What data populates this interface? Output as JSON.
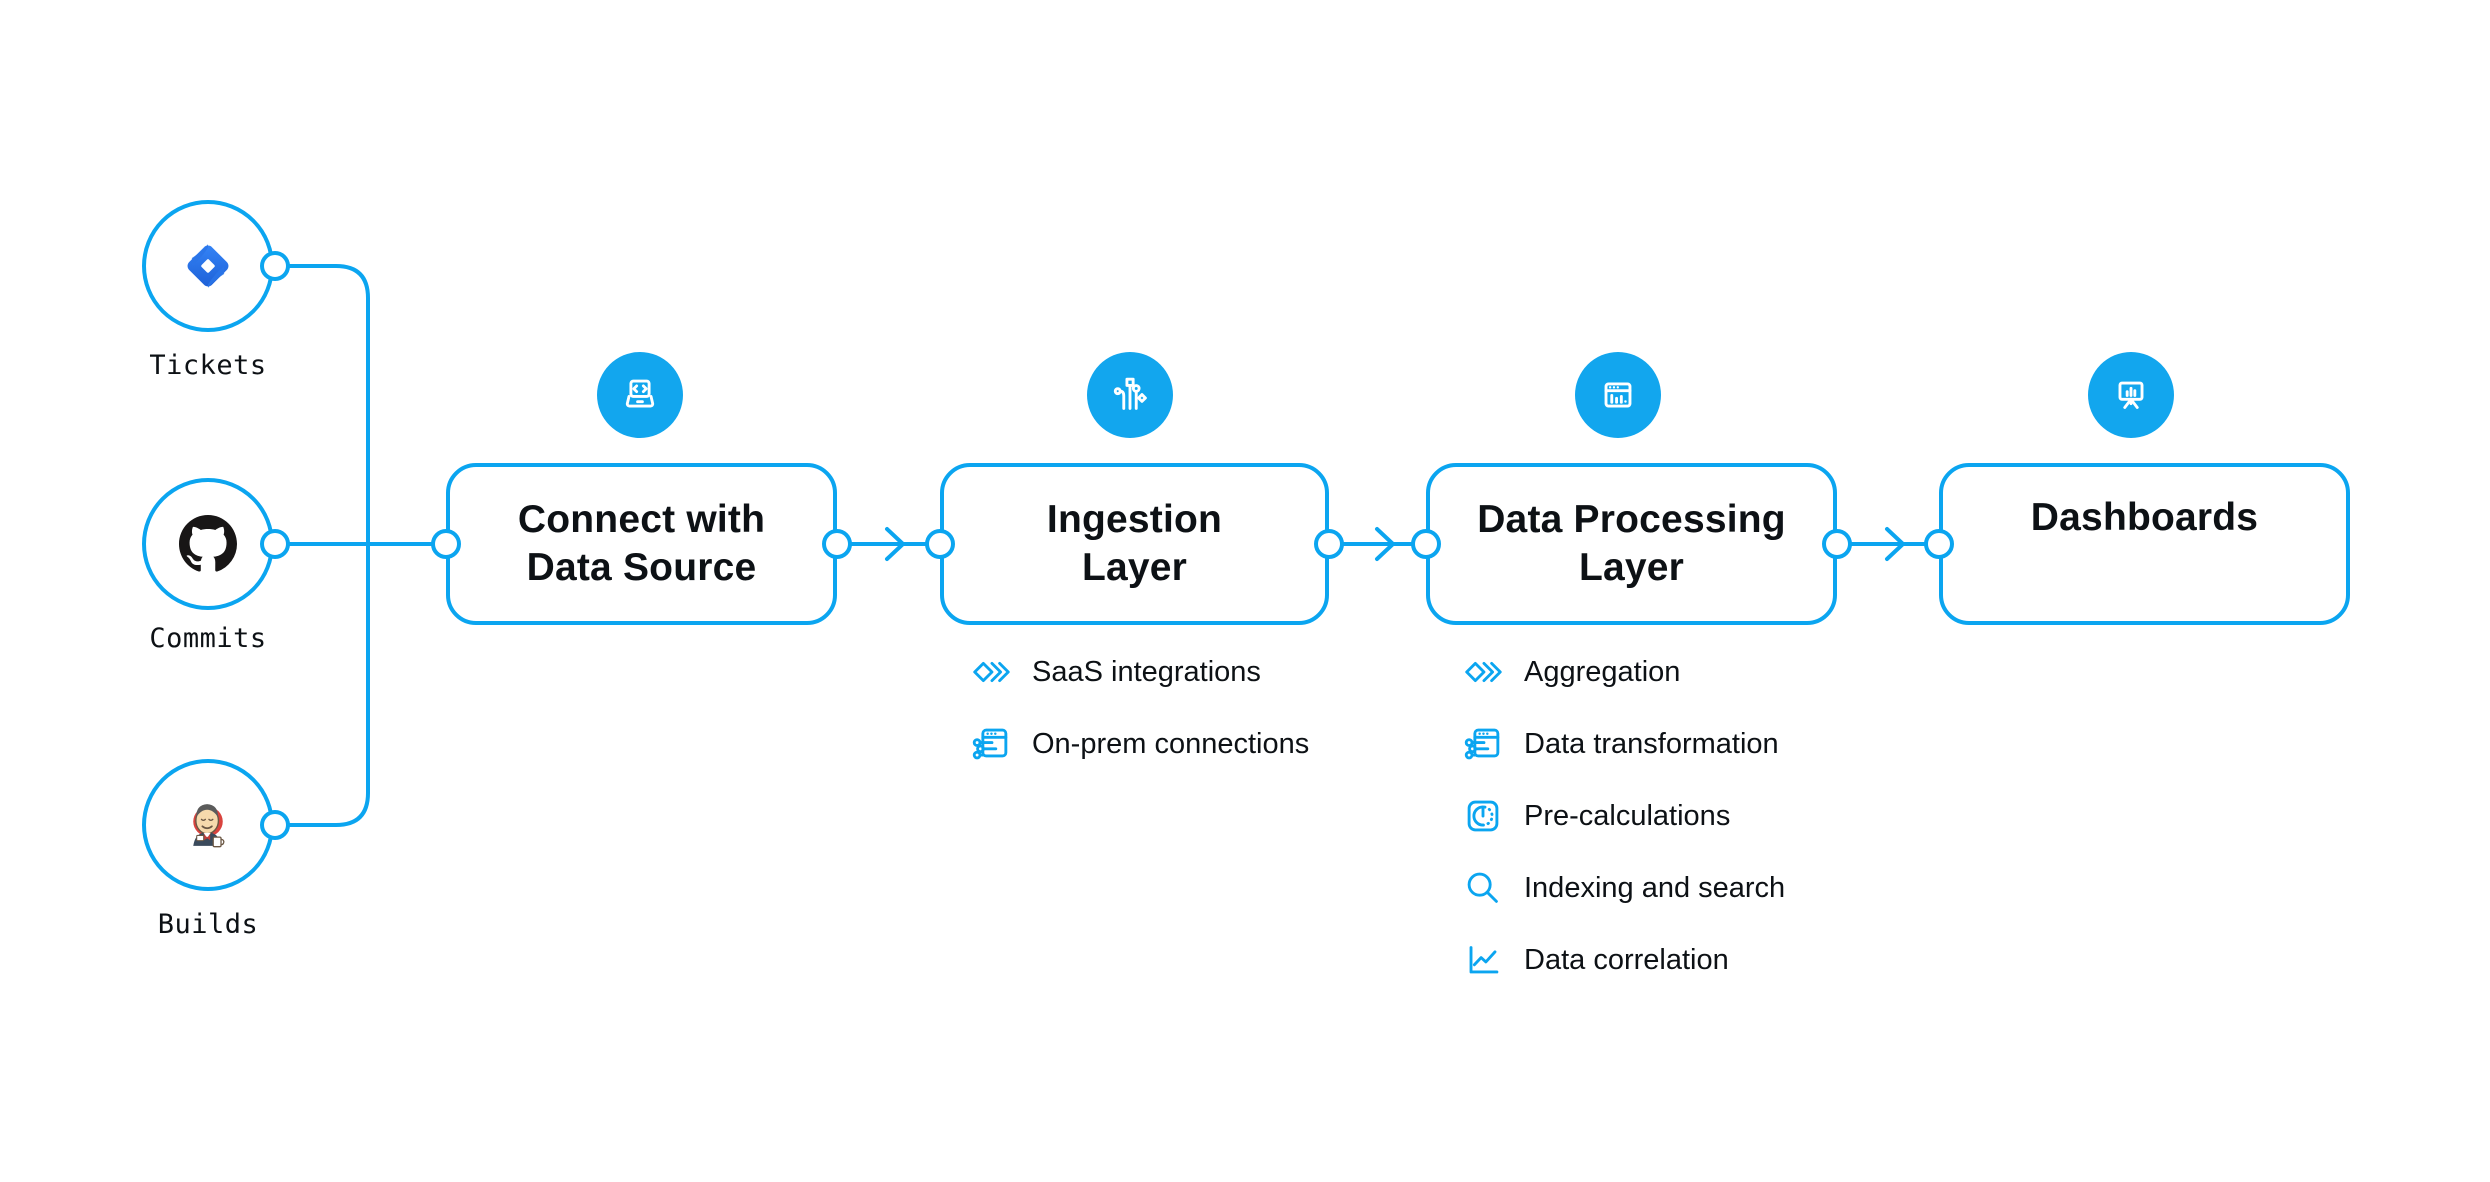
{
  "palette": {
    "accent": "#0ba5f0",
    "badge_fill": "#12a6ee",
    "text_primary": "#0d1115",
    "jira_blue_light": "#3585f7",
    "jira_blue_dark": "#1d5fd6",
    "github_black": "#181616",
    "jenkins_red": "#d9433e"
  },
  "sources": [
    {
      "label": "Tickets",
      "icon": "jira-icon"
    },
    {
      "label": "Commits",
      "icon": "github-icon"
    },
    {
      "label": "Builds",
      "icon": "jenkins-icon"
    }
  ],
  "stages": [
    {
      "title": "Connect with\nData Source",
      "icon": "laptop-code-icon",
      "items": []
    },
    {
      "title": "Ingestion\nLayer",
      "icon": "ingest-circuit-icon",
      "items": [
        {
          "label": "SaaS integrations",
          "icon": "diamonds-icon"
        },
        {
          "label": "On-prem connections",
          "icon": "window-connections-icon"
        }
      ]
    },
    {
      "title": "Data Processing\nLayer",
      "icon": "window-chart-icon",
      "items": [
        {
          "label": "Aggregation",
          "icon": "diamonds-icon"
        },
        {
          "label": "Data transformation",
          "icon": "window-connections-icon"
        },
        {
          "label": "Pre-calculations",
          "icon": "gauge-icon"
        },
        {
          "label": "Indexing and search",
          "icon": "search-icon"
        },
        {
          "label": "Data correlation",
          "icon": "line-chart-icon"
        }
      ]
    },
    {
      "title": "Dashboards",
      "icon": "presentation-chart-icon",
      "items": []
    }
  ]
}
